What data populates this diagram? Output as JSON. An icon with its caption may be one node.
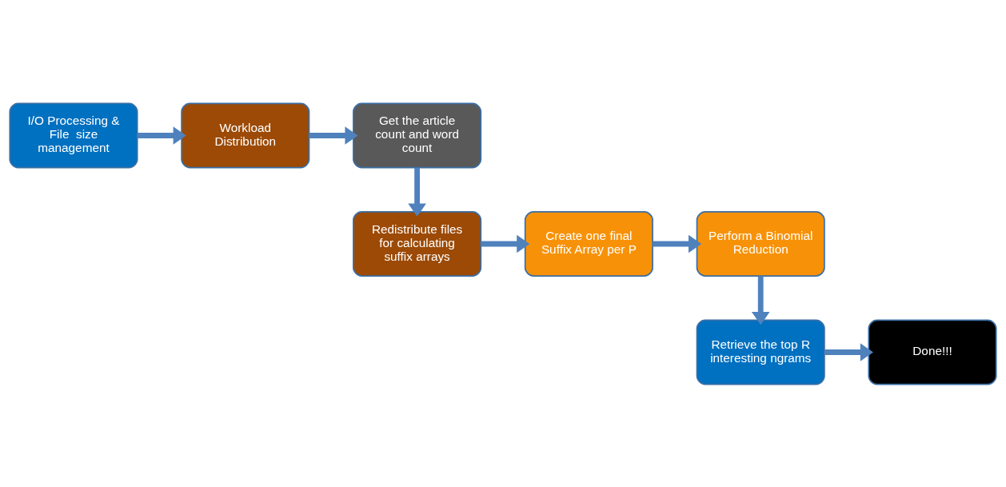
{
  "diagram": {
    "nodes": [
      {
        "text": [
          "I/O Processing & File  size management"
        ]
      },
      {
        "text": [
          "Workload Distribution"
        ]
      },
      {
        "text": [
          "Get the article count and word count"
        ]
      },
      {
        "text": [
          "Redistribute files for calculating suffix arrays"
        ]
      },
      {
        "text": [
          "Create one final Suffix Array per P"
        ]
      },
      {
        "text": [
          "Perform a Binomial Reduction"
        ]
      },
      {
        "text": [
          "Retrieve the top R interesting ngrams"
        ]
      },
      {
        "text": [
          "Done!!!"
        ]
      }
    ],
    "edges": [
      {
        "from": 0,
        "to": 1,
        "arrow": "to"
      },
      {
        "from": 1,
        "to": 2,
        "arrow": "to"
      },
      {
        "from": 2,
        "to": 3,
        "arrow": "to"
      },
      {
        "from": 3,
        "to": 4,
        "arrow": "to"
      },
      {
        "from": 4,
        "to": 5,
        "arrow": "to"
      },
      {
        "from": 5,
        "to": 6,
        "arrow": "to"
      },
      {
        "from": 6,
        "to": 7,
        "arrow": "to"
      }
    ]
  }
}
